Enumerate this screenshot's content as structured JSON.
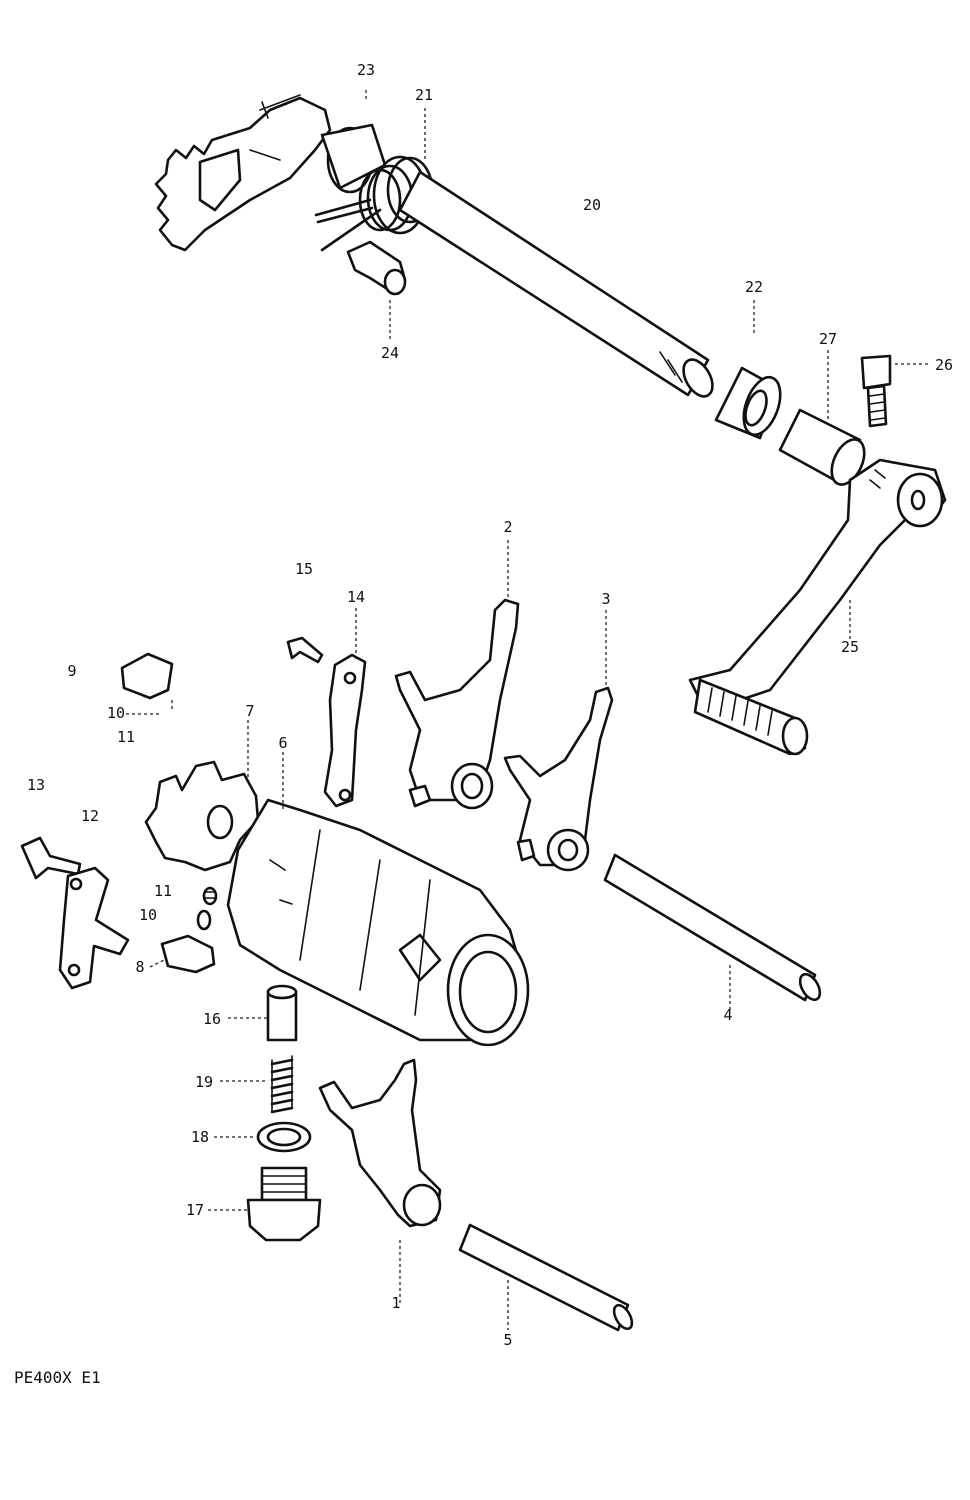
{
  "diagram": {
    "code": "PE400X E1",
    "parts": [
      {
        "num": "1"
      },
      {
        "num": "2"
      },
      {
        "num": "3"
      },
      {
        "num": "4"
      },
      {
        "num": "5"
      },
      {
        "num": "6"
      },
      {
        "num": "7"
      },
      {
        "num": "8"
      },
      {
        "num": "9"
      },
      {
        "num": "10"
      },
      {
        "num": "11"
      },
      {
        "num": "11"
      },
      {
        "num": "12"
      },
      {
        "num": "13"
      },
      {
        "num": "14"
      },
      {
        "num": "15"
      },
      {
        "num": "16"
      },
      {
        "num": "17"
      },
      {
        "num": "18"
      },
      {
        "num": "19"
      },
      {
        "num": "20"
      },
      {
        "num": "21"
      },
      {
        "num": "22"
      },
      {
        "num": "23"
      },
      {
        "num": "24"
      },
      {
        "num": "25"
      },
      {
        "num": "26"
      },
      {
        "num": "27"
      },
      {
        "num": "10"
      }
    ]
  }
}
